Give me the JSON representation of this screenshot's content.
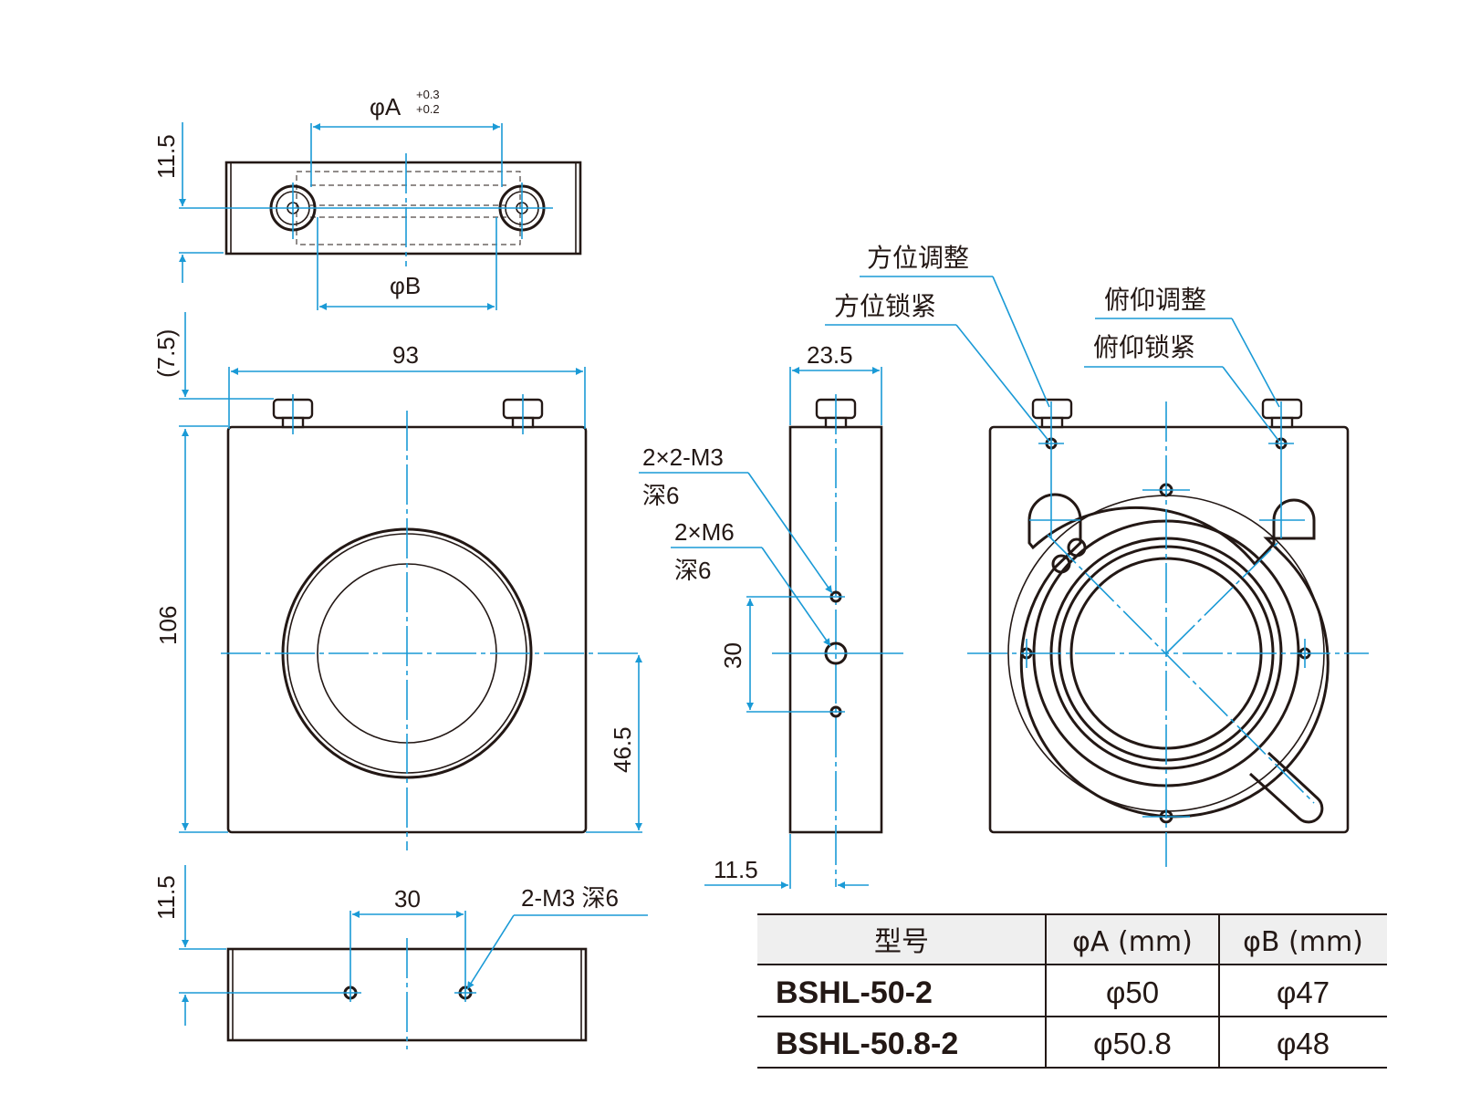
{
  "colors": {
    "dimension": "#1a9ad6",
    "outline": "#231815",
    "table_header_bg": "#efefef"
  },
  "top_view": {
    "dim_phiA": "φA",
    "tol_upper": "+0.3",
    "tol_lower": "+0.2",
    "dim_phiB": "φB",
    "dim_height": "11.5"
  },
  "front_view": {
    "dim_width": "93",
    "dim_knob": "(7.5)",
    "dim_height": "106",
    "dim_center": "46.5"
  },
  "bottom_view": {
    "dim_height": "11.5",
    "dim_spacing": "30",
    "callout": "2-M3 深6"
  },
  "side_view": {
    "dim_width": "23.5",
    "callout_m3_line1": "2×2-M3",
    "callout_m3_line2": "深6",
    "callout_m6_line1": "2×M6",
    "callout_m6_line2": "深6",
    "dim_spacing": "30",
    "dim_offset": "11.5"
  },
  "rear_view": {
    "label_azimuth_adjust": "方位调整",
    "label_azimuth_lock": "方位锁紧",
    "label_pitch_adjust": "俯仰调整",
    "label_pitch_lock": "俯仰锁紧"
  },
  "spec_table": {
    "headers": [
      "型号",
      "φA (mm)",
      "φB (mm)"
    ],
    "rows": [
      {
        "model": "BSHL-50-2",
        "phiA": "φ50",
        "phiB": "φ47"
      },
      {
        "model": "BSHL-50.8-2",
        "phiA": "φ50.8",
        "phiB": "φ48"
      }
    ]
  }
}
